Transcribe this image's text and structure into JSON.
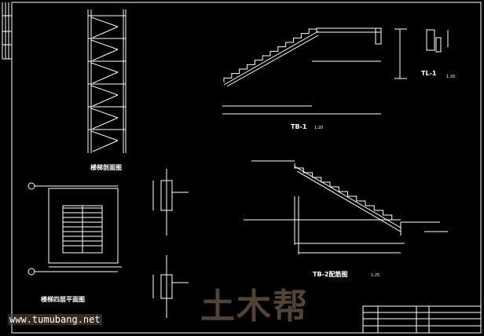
{
  "watermark": {
    "logo": "土木帮",
    "url": "www.tumubang.net"
  },
  "labels": {
    "section": "楼梯剖面图",
    "plan": "楼梯四层平面图",
    "tb1": "TB-1",
    "tb1_scale": "1:20",
    "tl1": "TL-1",
    "tl1_scale": "1:20",
    "tb2": "TB-2配筋图",
    "tb2_scale": "1:25"
  },
  "colors": {
    "background": "#000000",
    "line": "#ffffff"
  }
}
